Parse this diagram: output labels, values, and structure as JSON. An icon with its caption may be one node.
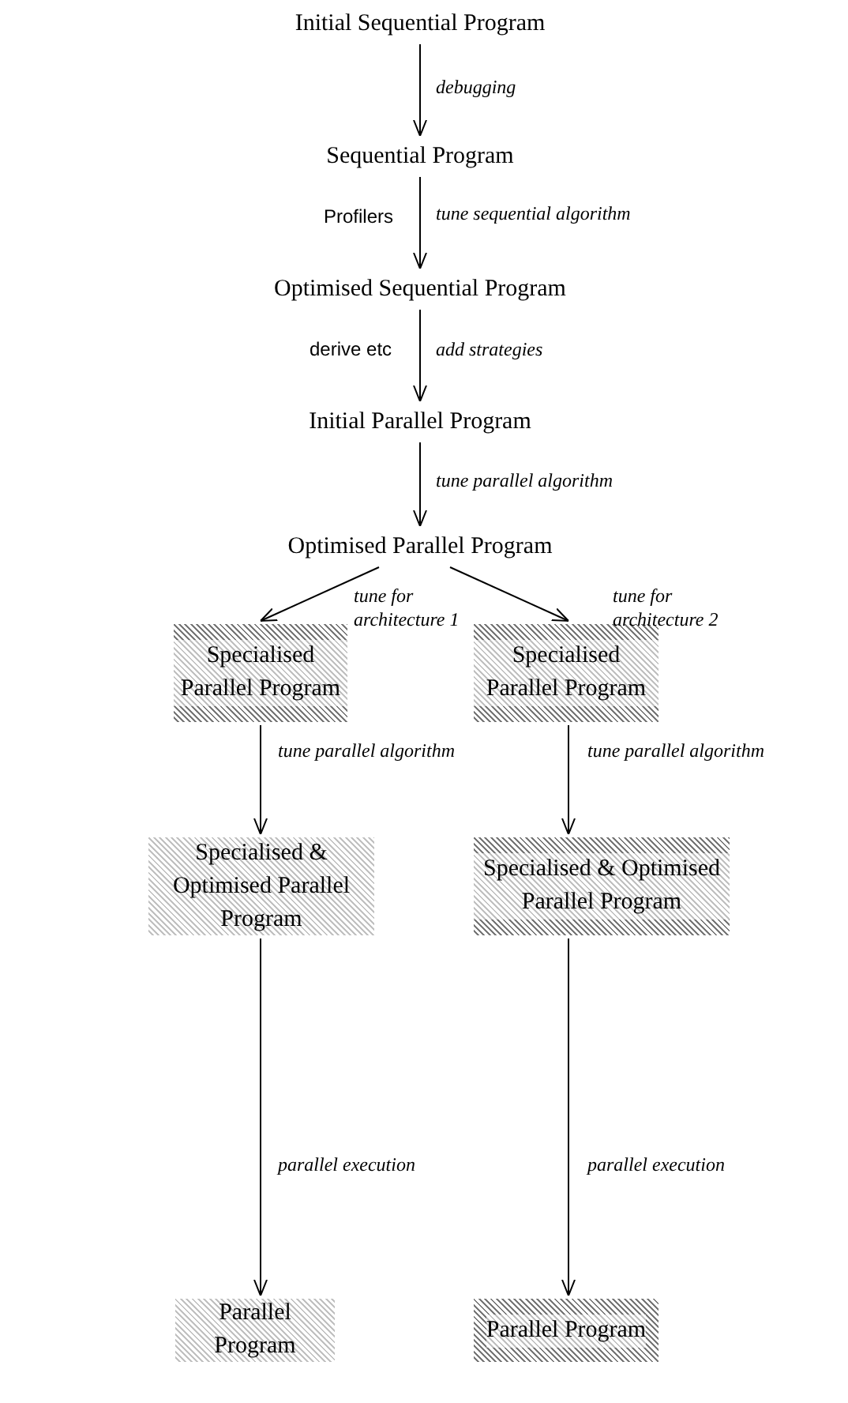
{
  "diagram": {
    "nodes": [
      {
        "text": [
          "Initial Sequential Program"
        ]
      },
      {
        "text": [
          "Sequential Program"
        ]
      },
      {
        "text": [
          "Optimised Sequential Program"
        ]
      },
      {
        "text": [
          "Initial Parallel Program"
        ]
      },
      {
        "text": [
          "Optimised Parallel Program"
        ]
      },
      {
        "text": [
          "Specialised Parallel Program"
        ]
      },
      {
        "text": [
          "Specialised Parallel Program"
        ]
      },
      {
        "text": [
          "Specialised & Optimised Parallel Program"
        ]
      },
      {
        "text": [
          "Specialised & Optimised Parallel Program"
        ]
      },
      {
        "text": [
          "Parallel Program"
        ]
      },
      {
        "text": [
          "Parallel Program"
        ]
      }
    ],
    "edges": [
      {
        "from": 0,
        "to": 1,
        "arrow": "to",
        "label": "debugging"
      },
      {
        "from": 1,
        "to": 2,
        "arrow": "to",
        "label": "tune sequential algorithm"
      },
      {
        "from": 2,
        "to": 3,
        "arrow": "to",
        "label": "add strategies"
      },
      {
        "from": 3,
        "to": 4,
        "arrow": "to",
        "label": "tune parallel algorithm"
      },
      {
        "from": 4,
        "to": 5,
        "arrow": "to",
        "label": "tune for architecture 1"
      },
      {
        "from": 4,
        "to": 6,
        "arrow": "to",
        "label": "tune for architecture 2"
      },
      {
        "from": 5,
        "to": 7,
        "arrow": "to",
        "label": "tune parallel algorithm"
      },
      {
        "from": 6,
        "to": 8,
        "arrow": "to",
        "label": "tune parallel algorithm"
      },
      {
        "from": 7,
        "to": 9,
        "arrow": "to",
        "label": "parallel execution"
      },
      {
        "from": 8,
        "to": 10,
        "arrow": "to",
        "label": "parallel execution"
      }
    ],
    "labels": [
      "Profilers",
      "derive etc"
    ]
  }
}
